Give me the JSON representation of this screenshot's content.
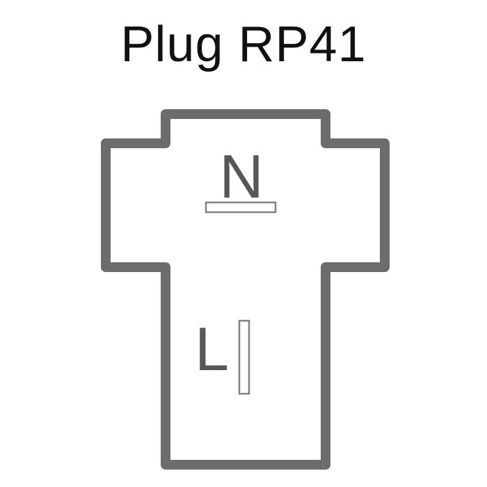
{
  "title": "Plug RP41",
  "terminals": [
    {
      "label": "N",
      "slot_orientation": "horizontal"
    },
    {
      "label": "L",
      "slot_orientation": "vertical"
    }
  ],
  "colors": {
    "title": "#111111",
    "outline": "#6a6c6e",
    "label": "#565759",
    "slot_border": "#7f8184",
    "background": "#ffffff"
  }
}
